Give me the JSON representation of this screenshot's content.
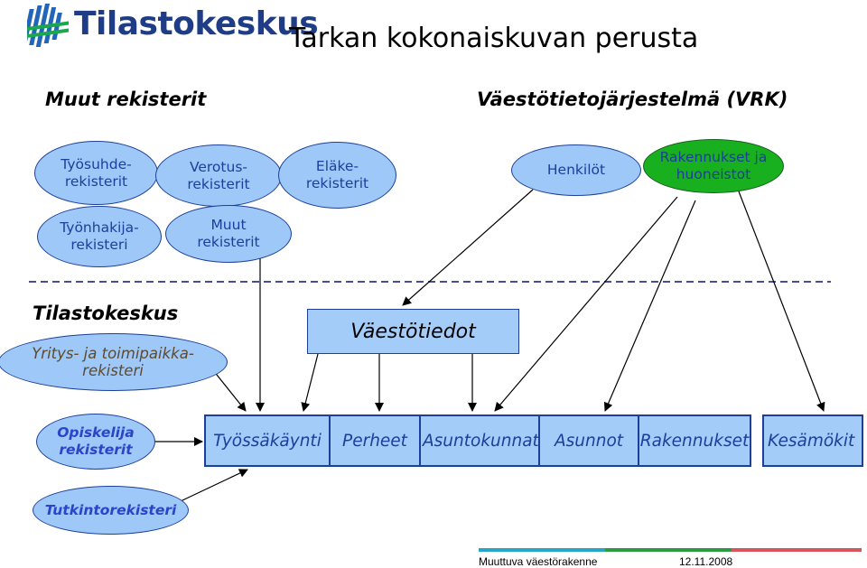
{
  "header": {
    "logo_text": "Tilastokeskus",
    "title": "Tarkan kokonaiskuvan perusta"
  },
  "sections": {
    "left": "Muut rekisterit",
    "right": "Väestötietojärjestelmä (VRK)",
    "tilastokeskus": "Tilastokeskus"
  },
  "registers": {
    "tyosuhde": [
      "Työsuhde-",
      "rekisterit"
    ],
    "verotus": [
      "Verotus-",
      "rekisterit"
    ],
    "elake": [
      "Eläke-",
      "rekisterit"
    ],
    "henkilot": [
      "Henkilöt"
    ],
    "rakennukset": [
      "Rakennukset ja",
      "huoneistot"
    ],
    "tyonhakija": [
      "Työnhakija-",
      "rekisteri"
    ],
    "muut": [
      "Muut",
      "rekisterit"
    ],
    "yritys": [
      "Yritys- ja toimipaikka-",
      "rekisteri"
    ],
    "opiskelija": [
      "Opiskelija",
      "rekisterit"
    ],
    "tutkinto": [
      "Tutkintorekisteri"
    ]
  },
  "vaestotiedot": "Väestötiedot",
  "outputs": [
    "Työssäkäynti",
    "Perheet",
    "Asuntokunnat",
    "Asunnot",
    "Rakennukset",
    "Kesämökit"
  ],
  "footer": {
    "subject": "Muuttuva väestörakenne",
    "date": "12.11.2008"
  },
  "colors": {
    "ellipse_fill": "#9ec8f8",
    "green_fill": "#19b01f",
    "text_blue": "#1c3f9a",
    "dash_line": "#4a4d99"
  }
}
